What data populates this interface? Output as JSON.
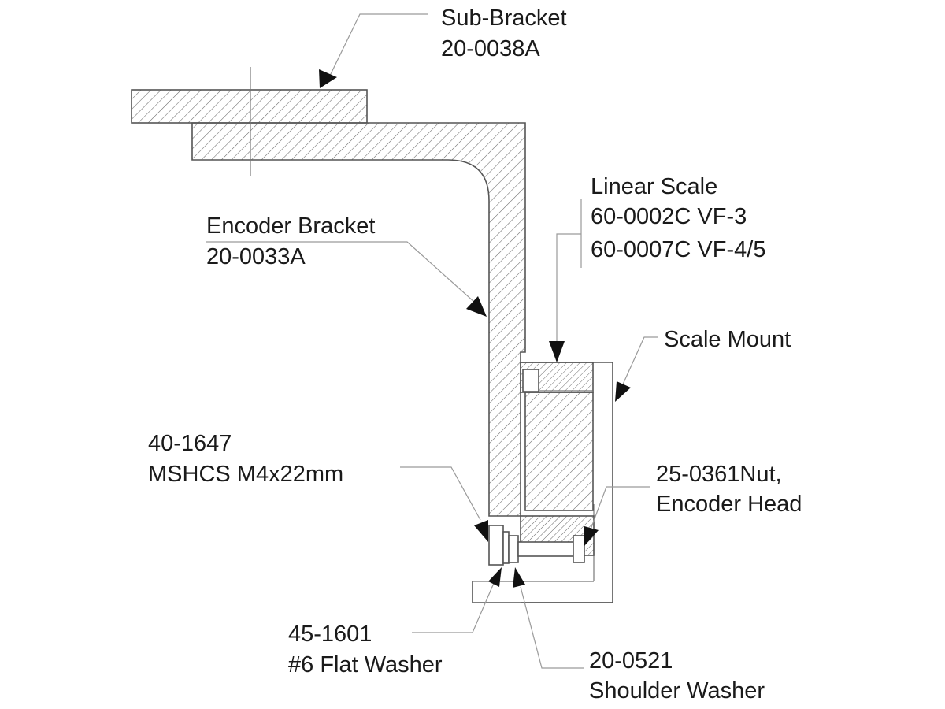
{
  "labels": {
    "sub_bracket": {
      "name": "Sub-Bracket",
      "part": "20-0038A"
    },
    "encoder_bracket": {
      "name": "Encoder Bracket",
      "part": "20-0033A"
    },
    "linear_scale": {
      "name": "Linear Scale",
      "part_vf3": "60-0002C VF-3",
      "part_vf45": "60-0007C VF-4/5"
    },
    "scale_mount": {
      "name": "Scale Mount"
    },
    "screw": {
      "part": "40-1647",
      "name": "MSHCS M4x22mm"
    },
    "nut": {
      "part": "25-0361Nut,",
      "name": "Encoder Head"
    },
    "flat_washer": {
      "part": "45-1601",
      "name": "#6 Flat Washer"
    },
    "shoulder_washer": {
      "part": "20-0521",
      "name": "Shoulder Washer"
    }
  },
  "colors": {
    "line": "#555555",
    "hatch": "#6a6a6a",
    "leader": "#9a9a9a",
    "arrow": "#111111",
    "text": "#1a1a1a"
  }
}
